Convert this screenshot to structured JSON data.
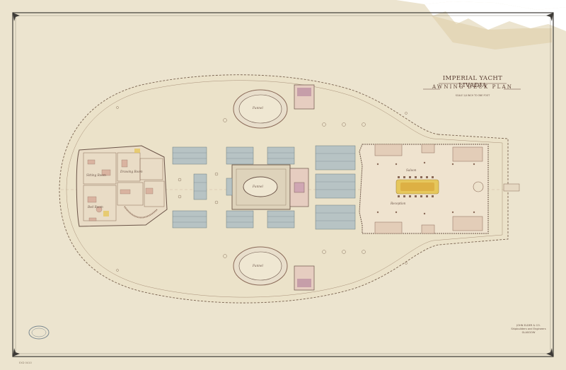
{
  "title": {
    "main": "IMPERIAL YACHT LIVADIA",
    "sub": "AWNING DECK PLAN",
    "scale": "SCALE 1/4 INCH TO ONE FOOT"
  },
  "maker": {
    "line1": "JOHN ELDER & CO.",
    "line2": "Shipbuilders and Engineers",
    "line3": "GLASGOW"
  },
  "reference": "EXD 0410",
  "labels": {
    "funnel": "Funnel",
    "reception": "Reception",
    "saloon": "Saloon",
    "drawing_room": "Drawing Room",
    "sitting_room": "Sitting Room",
    "bedroom": "Bed Room"
  },
  "colors": {
    "paper": "#ece4cf",
    "paper_edge": "#d7c9a6",
    "ink": "#5a3e33",
    "wash_rose": "#d9b3a0",
    "wash_blue": "#b7c3c4",
    "wash_yellow": "#e6c75c"
  }
}
